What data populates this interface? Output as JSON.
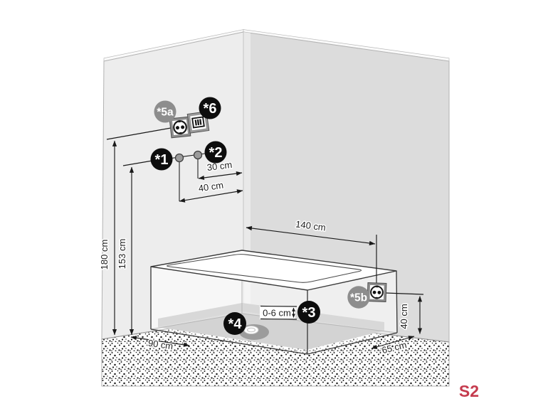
{
  "figure": {
    "code": "S2"
  },
  "colors": {
    "accent": "#c53b4e",
    "wall_left": "#ededed",
    "wall_right": "#dcdcdc",
    "callout_dark": "#0d0d0d",
    "callout_gray": "#8d8d8d"
  },
  "dimensions": {
    "wall_height_180": "180 cm",
    "wall_height_153": "153 cm",
    "corner_offset_30": "30 cm",
    "corner_offset_40": "40 cm",
    "tub_length_140": "140 cm",
    "floor_width_90": "90 cm",
    "floor_depth_65": "65 cm",
    "socket_height_40": "40 cm",
    "feet_adjust_range": "0-6 cm"
  },
  "callouts": {
    "c1": "*1",
    "c2": "*2",
    "c3": "*3",
    "c4": "*4",
    "c5a": "*5a",
    "c5b": "*5b",
    "c6": "*6"
  },
  "icons": {
    "wall_socket": "power-socket",
    "wall_switch": "grille-switch",
    "tub_socket": "power-socket",
    "drain": "drain",
    "mount_points": "fixing-dot"
  }
}
